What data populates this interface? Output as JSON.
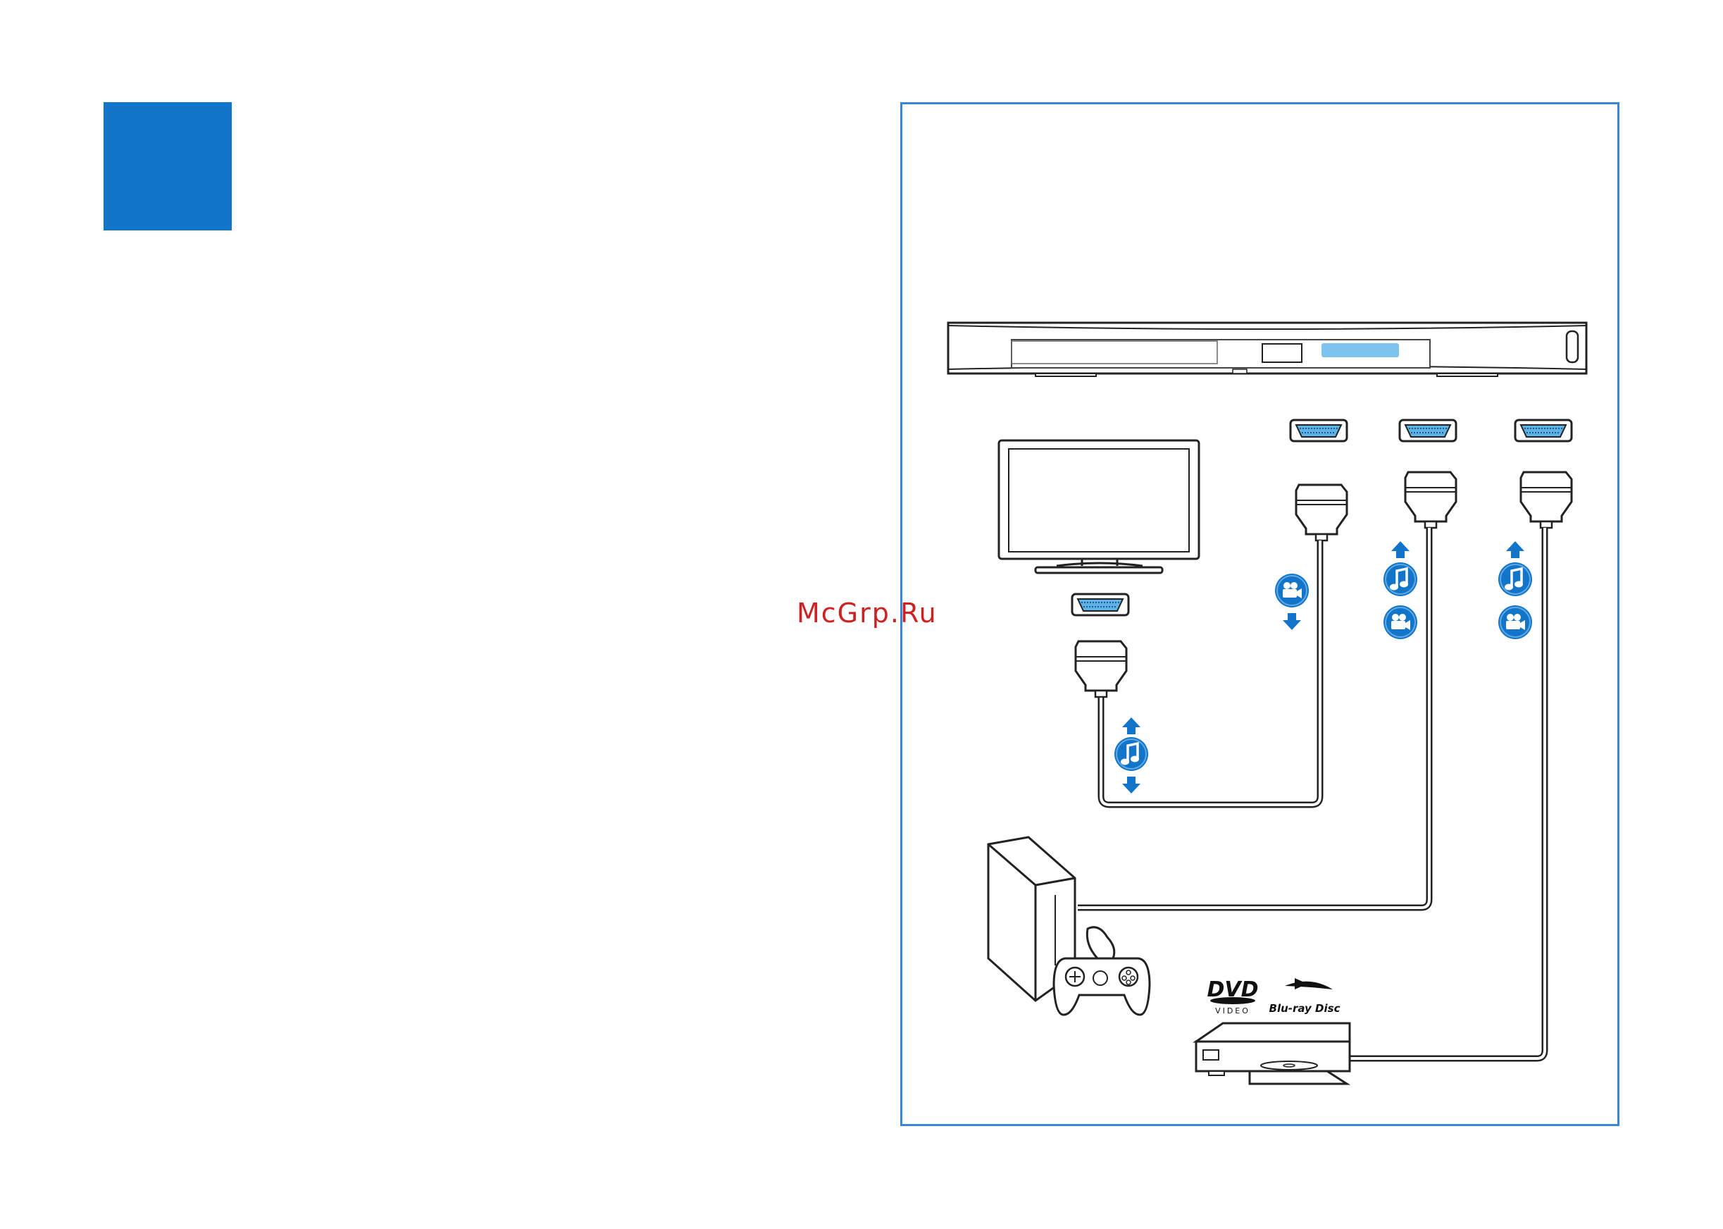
{
  "page": {
    "accent_color": "#1375c9",
    "frame_color": "#3a86d4"
  },
  "watermark": {
    "text": "McGrp.Ru",
    "color": "#cc2222"
  },
  "logos": {
    "dvd_main": "DVD",
    "dvd_sub": "VIDEO",
    "bluray": "Blu-ray Disc"
  },
  "icons": {
    "music": "♫",
    "video": "camera-icon",
    "arrow": "arrow-icon"
  }
}
